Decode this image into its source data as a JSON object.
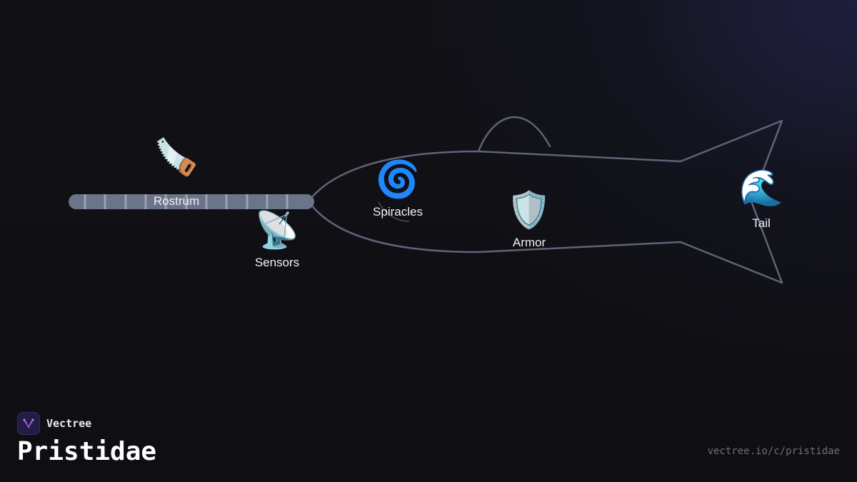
{
  "brand": {
    "name": "Vectree",
    "logo_color": "#9b59d6"
  },
  "diagram": {
    "title": "Pristidae",
    "outline_color": "#5c6578",
    "rostrum_color": "#6b7488",
    "parts": [
      {
        "id": "rostrum",
        "icon": "saw-icon",
        "emoji": "🪚",
        "label": "Rostrum"
      },
      {
        "id": "sensors",
        "icon": "satellite-antenna-icon",
        "emoji": "📡",
        "label": "Sensors"
      },
      {
        "id": "spiracles",
        "icon": "cyclone-icon",
        "emoji": "🌀",
        "label": "Spiracles"
      },
      {
        "id": "armor",
        "icon": "shield-icon",
        "emoji": "🛡️",
        "label": "Armor"
      },
      {
        "id": "tail",
        "icon": "water-wave-icon",
        "emoji": "🌊",
        "label": "Tail"
      }
    ]
  },
  "footer": {
    "url": "vectree.io/c/pristidae"
  }
}
